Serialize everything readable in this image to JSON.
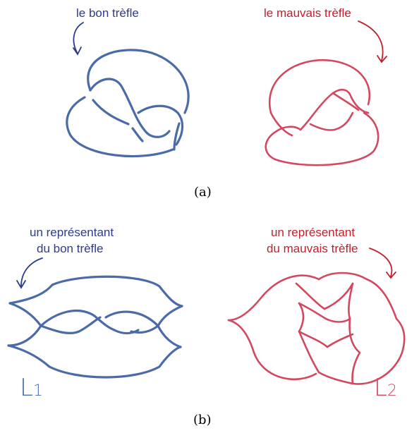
{
  "panel_a": {
    "left_label": "le bon trèfle",
    "right_label": "le mauvais trèfle",
    "caption": "(a)"
  },
  "panel_b": {
    "left_label_line1": "un représentant",
    "left_label_line2": "du  bon trèfle",
    "right_label_line1": "un représentant",
    "right_label_line2": "du mauvais trèfle",
    "left_name": "L",
    "left_index": "1",
    "right_name": "L",
    "right_index": "2",
    "caption": "(b)"
  },
  "colors": {
    "blue_text": "#2e3a8c",
    "blue_knot": "#4a6aa8",
    "red_text": "#c21f2a",
    "red_knot": "#d3485e"
  }
}
